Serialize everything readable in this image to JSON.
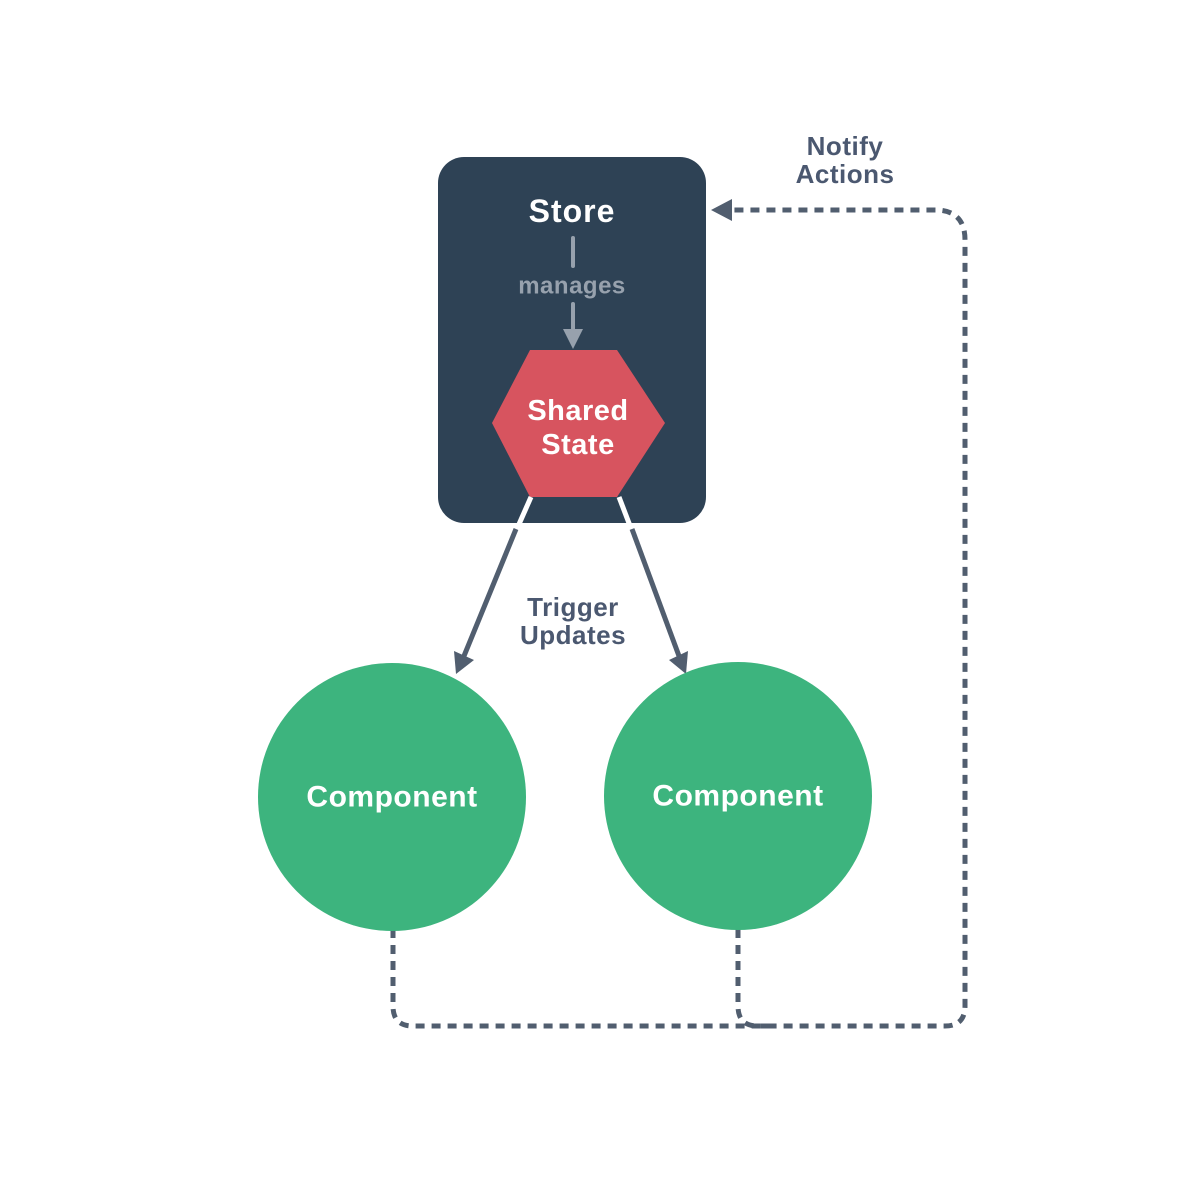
{
  "colors": {
    "background": "#ffffff",
    "store_fill": "#2e4255",
    "hexagon_fill": "#d7545f",
    "component_fill": "#3db47e",
    "white": "#ffffff",
    "muted_gray": "#97a1ad",
    "flow_slate": "#515e6f",
    "label_slate": "#4b5870"
  },
  "store": {
    "title": "Store",
    "manages": "manages"
  },
  "shared_state": {
    "line1": "Shared",
    "line2": "State"
  },
  "components": [
    {
      "label": "Component"
    },
    {
      "label": "Component"
    }
  ],
  "labels": {
    "notify": {
      "line1": "Notify",
      "line2": "Actions"
    },
    "trigger": {
      "line1": "Trigger",
      "line2": "Updates"
    }
  }
}
